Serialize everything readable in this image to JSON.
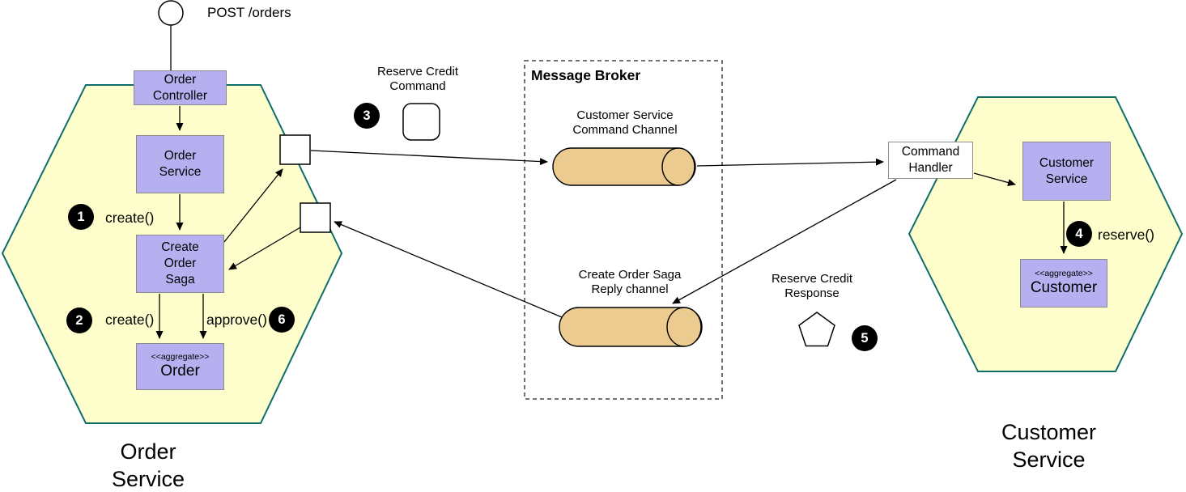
{
  "colors": {
    "hexagon_fill": "#FEFECD",
    "hexagon_border": "#0E6E6E",
    "module_fill": "#B6AFF0",
    "module_border": "#8A8A8A",
    "channel_fill": "#EBCB90",
    "badge_bg": "#000000",
    "badge_text": "#FFFFFF",
    "line": "#000000"
  },
  "start": {
    "request_label": "POST /orders"
  },
  "order_hexagon": {
    "title": "Order\nService",
    "controller": "Order\nController",
    "service": "Order\nService",
    "saga": "Create\nOrder\nSaga",
    "aggregate_stereotype": "<<aggregate>>",
    "aggregate_name": "Order",
    "steps": {
      "s1": {
        "num": "1",
        "label": "create()"
      },
      "s2": {
        "num": "2",
        "label": "create()"
      },
      "s6": {
        "num": "6",
        "label": "approve()"
      }
    }
  },
  "broker": {
    "title": "Message Broker",
    "command_channel": "Customer Service\nCommand Channel",
    "reply_channel": "Create Order Saga\nReply channel"
  },
  "messages": {
    "command": {
      "label": "Reserve Credit\nCommand",
      "step": "3",
      "icon": "rounded-rect-message-icon"
    },
    "response": {
      "label": "Reserve Credit\nResponse",
      "step": "5",
      "icon": "pentagon-message-icon"
    }
  },
  "customer_hexagon": {
    "title": "Customer\nService",
    "handler": "Command\nHandler",
    "service": "Customer\nService",
    "aggregate_stereotype": "<<aggregate>>",
    "aggregate_name": "Customer",
    "steps": {
      "s4": {
        "num": "4",
        "label": "reserve()"
      }
    }
  }
}
